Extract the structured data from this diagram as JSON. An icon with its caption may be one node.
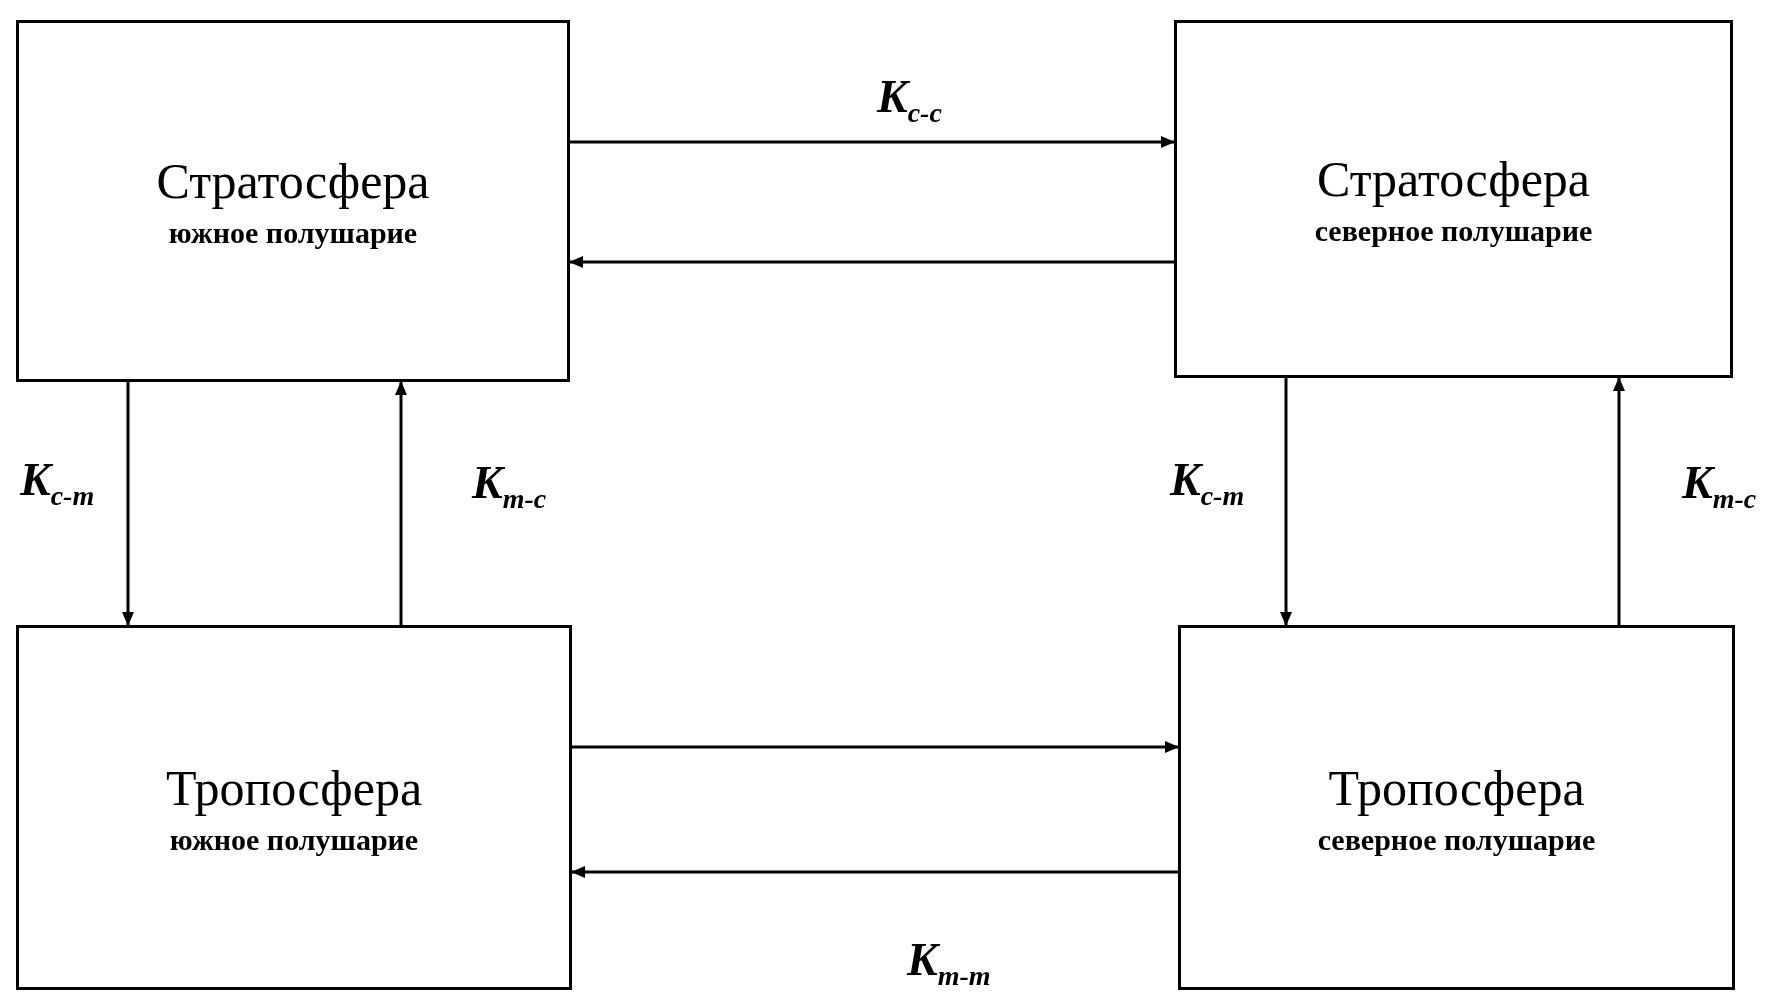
{
  "diagram": {
    "nodes": [
      {
        "text": [
          "Стратосфера",
          "южное полушарие"
        ]
      },
      {
        "text": [
          "Стратосфера",
          "северное полушарие"
        ]
      },
      {
        "text": [
          "Тропосфера",
          "южное полушарие"
        ]
      },
      {
        "text": [
          "Тропосфера",
          "северное полушарие"
        ]
      }
    ],
    "edges": [
      {
        "from": 0,
        "to": 1,
        "arrow": "to",
        "label": "K$_{c-c}$"
      },
      {
        "from": 1,
        "to": 0,
        "arrow": "to"
      },
      {
        "from": 0,
        "to": 2,
        "arrow": "to",
        "label": "K$_{c-m}$"
      },
      {
        "from": 2,
        "to": 0,
        "arrow": "to",
        "label": "K$_{m-c}$"
      },
      {
        "from": 1,
        "to": 3,
        "arrow": "to",
        "label": "K$_{c-m}$"
      },
      {
        "from": 3,
        "to": 1,
        "arrow": "to",
        "label": "K$_{m-c}$"
      },
      {
        "from": 2,
        "to": 3,
        "arrow": "to"
      },
      {
        "from": 3,
        "to": 2,
        "arrow": "to",
        "label": "K$_{m-m}$"
      }
    ]
  }
}
